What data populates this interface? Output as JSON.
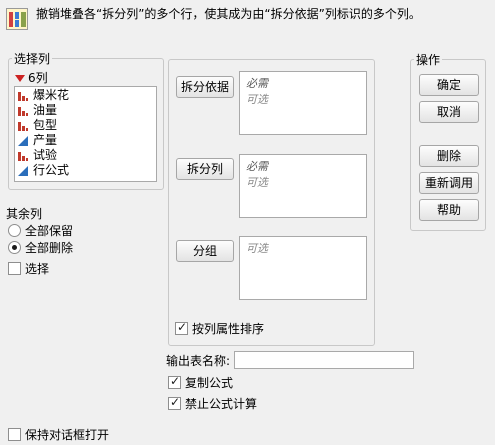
{
  "header": {
    "description": "撤销堆叠各“拆分列”的多个行，使其成为由“拆分依据”列标识的多个列。"
  },
  "select_columns": {
    "title": "选择列",
    "count_label": "6列",
    "items": [
      {
        "label": "爆米花",
        "icon": "bar-chart-red-icon"
      },
      {
        "label": "油量",
        "icon": "bar-chart-red-icon"
      },
      {
        "label": "包型",
        "icon": "bar-chart-red-icon"
      },
      {
        "label": "产量",
        "icon": "triangle-blue-icon"
      },
      {
        "label": "试验",
        "icon": "bar-chart-red-icon"
      },
      {
        "label": "行公式",
        "icon": "triangle-blue-icon"
      }
    ]
  },
  "remaining_columns": {
    "title": "其余列",
    "keep_all": "全部保留",
    "delete_all": "全部删除",
    "select_label": "选择"
  },
  "roles": {
    "split_by": {
      "button": "拆分依据",
      "required": "必需",
      "optional": "可选"
    },
    "split_cols": {
      "button": "拆分列",
      "required": "必需",
      "optional": "可选"
    },
    "group": {
      "button": "分组",
      "optional": "可选"
    },
    "sort_by_attr": "按列属性排序"
  },
  "output": {
    "table_name_label": "输出表名称:",
    "table_name_value": "",
    "copy_formula": "复制公式",
    "suppress_formula_eval": "禁止公式计算"
  },
  "actions": {
    "title": "操作",
    "ok": "确定",
    "cancel": "取消",
    "remove": "删除",
    "recall": "重新调用",
    "help": "帮助"
  },
  "keep_dialog_open": "保持对话框打开",
  "colors": {
    "red_icon": "#c0392b",
    "blue_icon": "#2a6ebb",
    "dropdown_red": "#cc2222"
  }
}
